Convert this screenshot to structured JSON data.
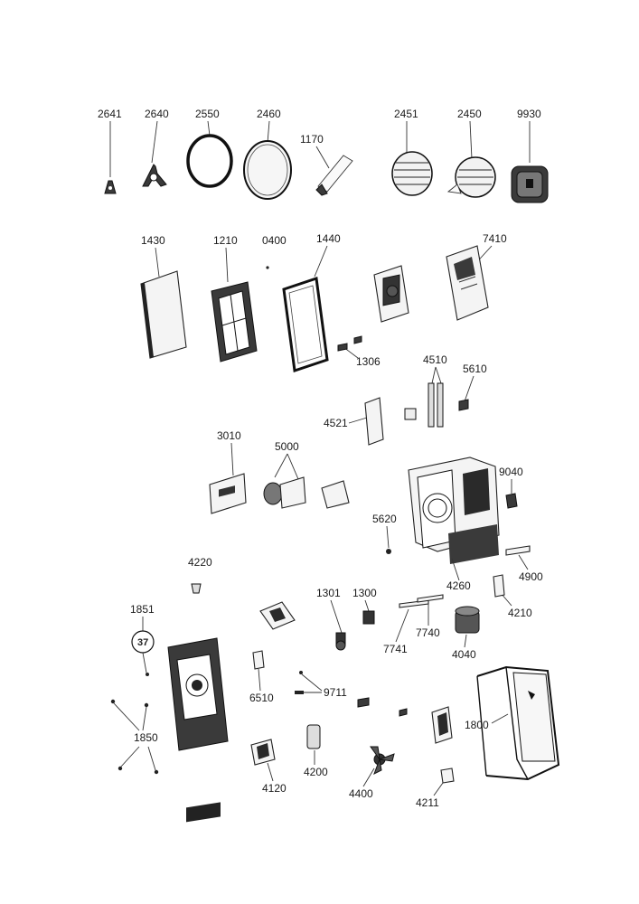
{
  "diagram": {
    "labels": {
      "p2641": "2641",
      "p2640": "2640",
      "p2550": "2550",
      "p2460": "2460",
      "p1170": "1170",
      "p2451": "2451",
      "p2450": "2450",
      "p9930": "9930",
      "p1430": "1430",
      "p1210": "1210",
      "p0400": "0400",
      "p1440": "1440",
      "p7410": "7410",
      "p1306": "1306",
      "p4510": "4510",
      "p5610": "5610",
      "p4521": "4521",
      "p3010": "3010",
      "p5000": "5000",
      "p9040": "9040",
      "p5620": "5620",
      "p4220": "4220",
      "p4260": "4260",
      "p4900": "4900",
      "p1301": "1301",
      "p1300": "1300",
      "p4210": "4210",
      "p1851": "1851",
      "p7740": "7740",
      "p7741": "7741",
      "p4040": "4040",
      "p6510": "6510",
      "p9711": "9711",
      "p1800": "1800",
      "p1850": "1850",
      "p4200": "4200",
      "p4120": "4120",
      "p4400": "4400",
      "p4211": "4211"
    },
    "callout_badge": "37"
  }
}
